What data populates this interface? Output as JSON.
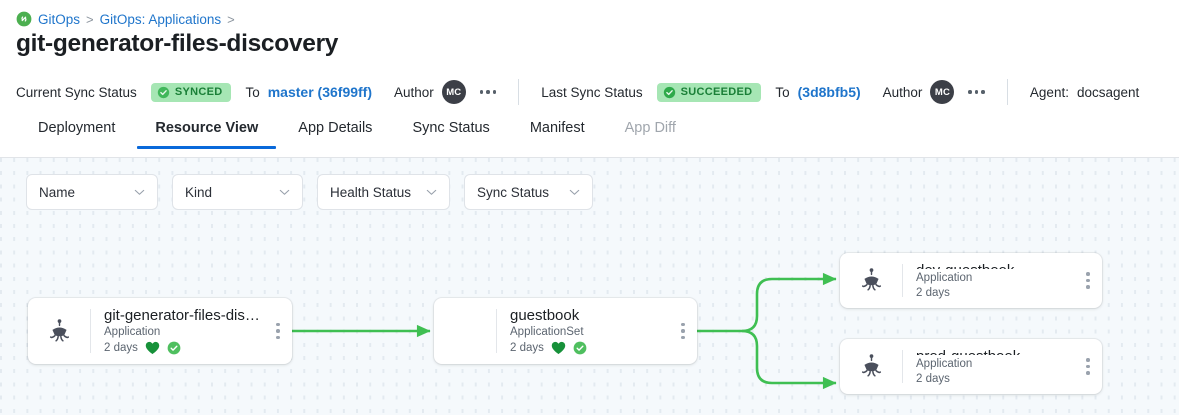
{
  "breadcrumb": {
    "icon": "argo-link-icon",
    "items": [
      {
        "label": "GitOps",
        "sep": ">"
      },
      {
        "label": "GitOps: Applications",
        "sep": ">"
      }
    ]
  },
  "header": {
    "title": "git-generator-files-discovery"
  },
  "status_bar": {
    "current_sync_label": "Current Sync Status",
    "current_sync_badge": "SYNCED",
    "current_to_word": "To",
    "current_revision": "master (36f99ff)",
    "current_author_label": "Author",
    "current_author_initials": "MC",
    "last_sync_label": "Last Sync Status",
    "last_sync_badge": "SUCCEEDED",
    "last_to_word": "To",
    "last_revision": "(3d8bfb5)",
    "last_author_label": "Author",
    "last_author_initials": "MC",
    "agent_label": "Agent:",
    "agent_name": "docsagent",
    "badge_bg": "#a6e6b4",
    "badge_fg": "#1a7f37",
    "link_color": "#1f75cb"
  },
  "tabs": [
    {
      "label": "Deployment",
      "active": false,
      "disabled": false
    },
    {
      "label": "Resource View",
      "active": true,
      "disabled": false
    },
    {
      "label": "App Details",
      "active": false,
      "disabled": false
    },
    {
      "label": "Sync Status",
      "active": false,
      "disabled": false
    },
    {
      "label": "Manifest",
      "active": false,
      "disabled": false
    },
    {
      "label": "App Diff",
      "active": false,
      "disabled": true
    }
  ],
  "filters": [
    {
      "label": "Name"
    },
    {
      "label": "Kind"
    },
    {
      "label": "Health Status"
    },
    {
      "label": "Sync Status"
    }
  ],
  "graph": {
    "nodes": [
      {
        "id": "root",
        "title": "git-generator-files-disco...",
        "kind": "Application",
        "age": "2 days",
        "has_icon": true,
        "health": "healthy",
        "sync": "synced"
      },
      {
        "id": "appset",
        "title": "guestbook",
        "kind": "ApplicationSet",
        "age": "2 days",
        "has_icon": false,
        "health": "healthy",
        "sync": "synced"
      },
      {
        "id": "dev",
        "title": "dev-guestbook",
        "kind": "Application",
        "age": "2 days",
        "has_icon": true,
        "health": null,
        "sync": null
      },
      {
        "id": "prod",
        "title": "prod-guestbook",
        "kind": "Application",
        "age": "2 days",
        "has_icon": true,
        "health": null,
        "sync": null
      }
    ],
    "edge_color": "#3fbf52",
    "health_color": "#17913a",
    "sync_color": "#4fbf5f",
    "canvas_bg": "#f5f9fc"
  }
}
